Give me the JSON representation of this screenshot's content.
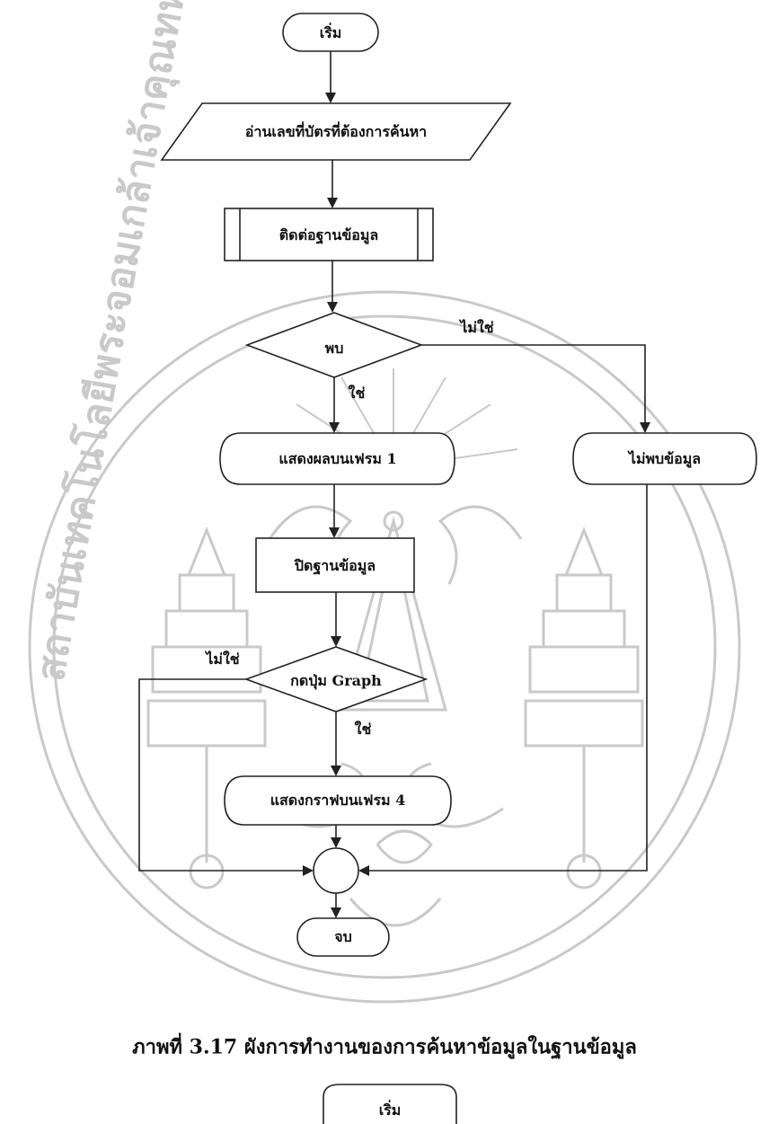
{
  "flowchart": {
    "start": "เริ่ม",
    "input": "อ่านเลขที่บัตรที่ต้องการค้นหา",
    "connect_db": "ติดต่อฐานข้อมูล",
    "decision_found": "พบ",
    "label_no_1": "ไม่ใช่",
    "label_yes_1": "ใช่",
    "show_frame1": "แสดงผลบนเฟรม 1",
    "not_found": "ไม่พบข้อมูล",
    "close_db": "ปิดฐานข้อมูล",
    "decision_graph": "กดปุ่ม Graph",
    "label_no_2": "ไม่ใช่",
    "label_yes_2": "ใช่",
    "show_graph": "แสดงกราฟบนเฟรม 4",
    "end": "จบ"
  },
  "caption": "ภาพที่ 3.17  ผังการทำงานของการค้นหาข้อมูลในฐานข้อมูล",
  "next_page_start": "เริ่ม"
}
